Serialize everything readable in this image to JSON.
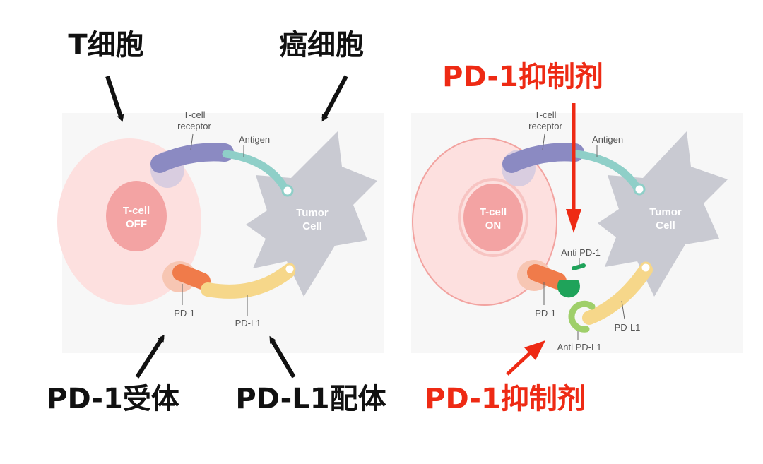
{
  "left_panel": {
    "title_tcell": "T细胞",
    "title_cancer": "癌细胞",
    "label_pd1_receptor": "PD-1受体",
    "label_pdl1_ligand": "PD-L1配体",
    "tcell_receptor": [
      "T-cell",
      "receptor"
    ],
    "antigen": "Antigen",
    "tcell_state": [
      "T-cell",
      "OFF"
    ],
    "tumor": [
      "Tumor",
      "Cell"
    ],
    "pd1": "PD-1",
    "pdl1": "PD-L1"
  },
  "right_panel": {
    "inhibitor_top": "PD-1抑制剂",
    "inhibitor_bottom": "PD-1抑制剂",
    "tcell_receptor": [
      "T-cell",
      "receptor"
    ],
    "antigen": "Antigen",
    "tcell_state": [
      "T-cell",
      "ON"
    ],
    "tumor": [
      "Tumor",
      "Cell"
    ],
    "pd1": "PD-1",
    "pdl1": "PD-L1",
    "anti_pd1": "Anti PD-1",
    "anti_pdl1": "Anti PD-L1"
  },
  "colors": {
    "black_arrow": "#111111",
    "red_label": "#ee2a14",
    "tcell_fill": "#fde0df",
    "tcell_nucleus": "#f3a3a3",
    "tumor": "#c9cad2",
    "receptor": "#8b8ac2",
    "antigen": "#8fcfc8",
    "pd1": "#f07b4a",
    "pdl1": "#f6d78a",
    "anti_pd1": "#1fa35a",
    "anti_pdl1": "#9fcf6a"
  }
}
